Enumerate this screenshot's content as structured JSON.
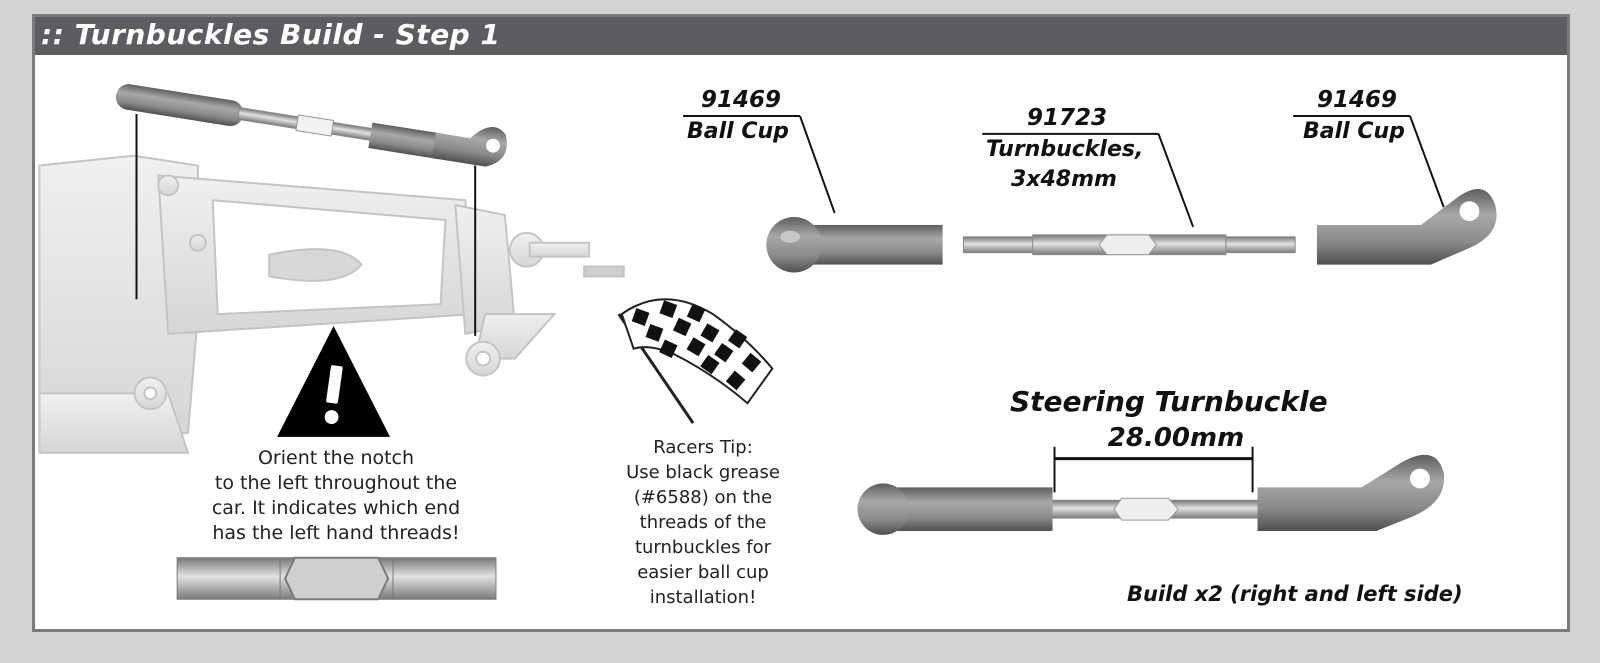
{
  "header": {
    "title": ":: Turnbuckles Build - Step 1"
  },
  "parts": [
    {
      "number": "91469",
      "name": "Ball Cup"
    },
    {
      "number": "91723",
      "name": "Turnbuckles,",
      "size": "3x48mm"
    },
    {
      "number": "91469",
      "name": "Ball Cup"
    }
  ],
  "notch_note": {
    "lines": [
      "Orient the notch",
      "to the left throughout the",
      "car.  It indicates which end",
      "has the left hand threads!"
    ]
  },
  "racers_tip": {
    "lines": [
      "Racers Tip:",
      "Use black grease",
      "(#6588) on the",
      "threads of the",
      "turnbuckles for",
      "easier ball cup",
      "installation!"
    ]
  },
  "steering": {
    "title": "Steering Turnbuckle",
    "length": "28.00mm"
  },
  "build_note": "Build x2 (right and left side)",
  "colors": {
    "header_bg": "#5d5d61",
    "part_gray": "#8a8a8a",
    "chassis_gray": "#e2e2e2"
  }
}
